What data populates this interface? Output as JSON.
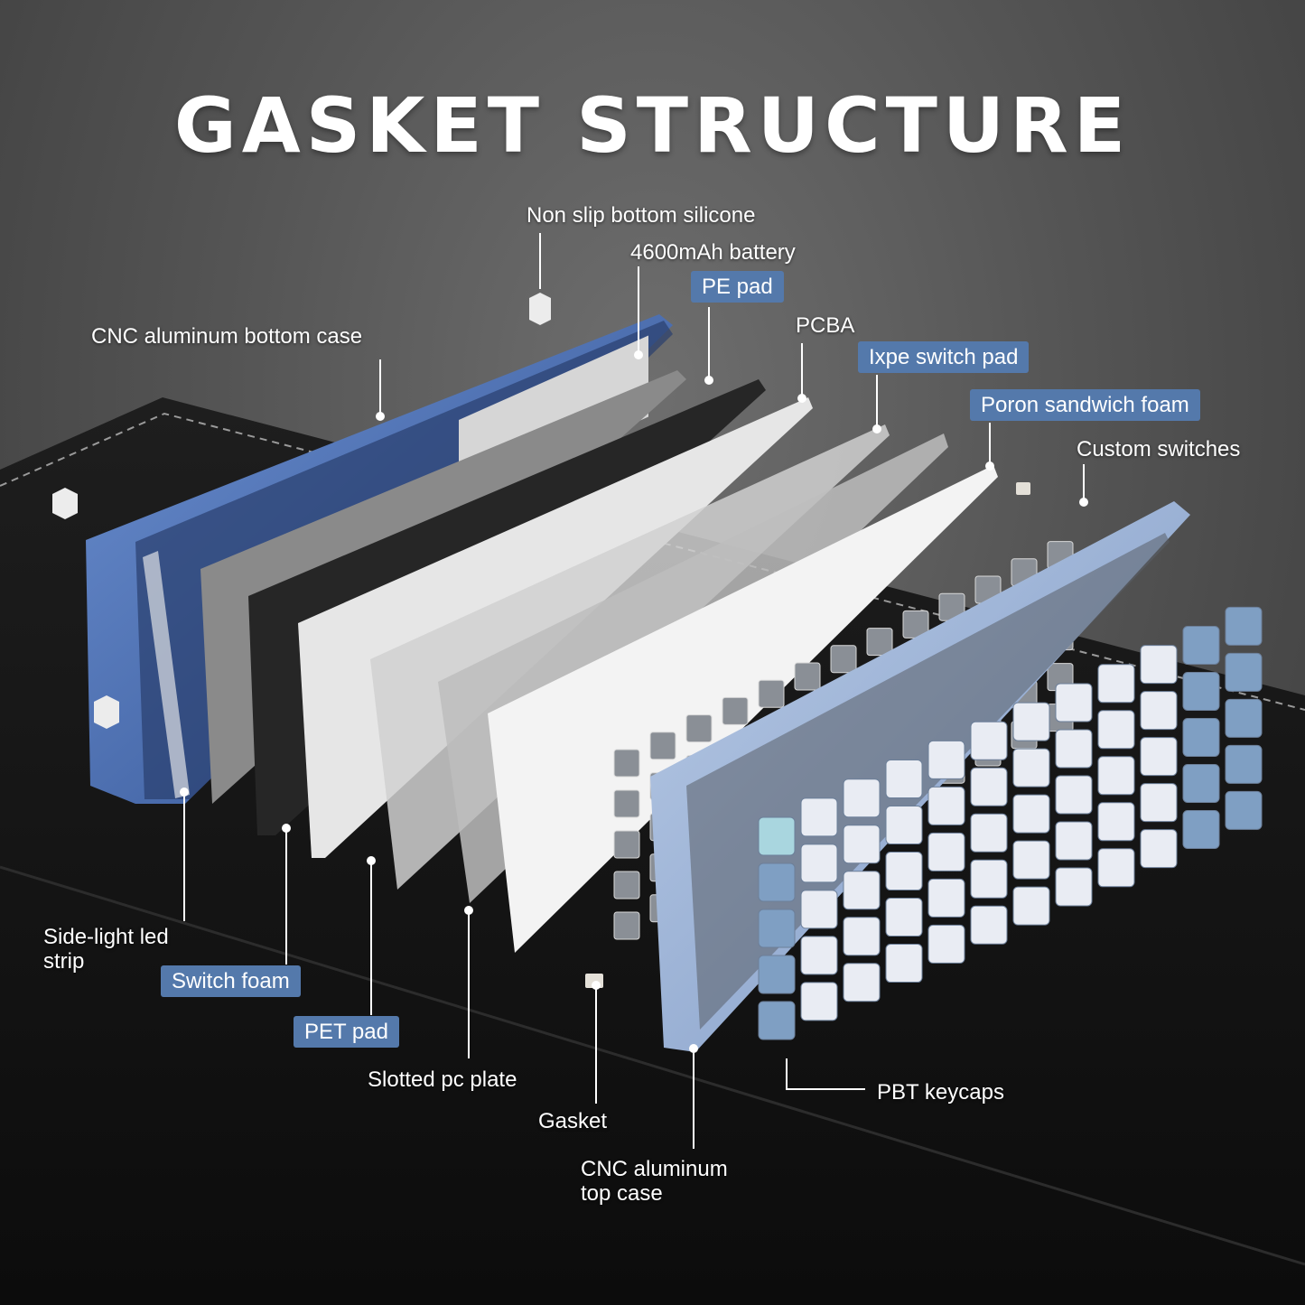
{
  "title": "GASKET STRUCTURE",
  "colors": {
    "label_box": "#5479ab",
    "aluminum_case": "#4a6fb0",
    "keycap_blue": "#7f9fc3",
    "keycap_white": "#e9ecf3",
    "keycap_cyan": "#a9d6df"
  },
  "labels": {
    "non_slip": "Non slip bottom silicone",
    "battery": "4600mAh battery",
    "pe_pad": "PE pad",
    "pcba": "PCBA",
    "ixpe": "Ixpe switch pad",
    "poron": "Poron sandwich foam",
    "custom_switches": "Custom switches",
    "bottom_case": "CNC aluminum bottom case",
    "side_light": "Side-light led\nstrip",
    "switch_foam": "Switch foam",
    "pet_pad": "PET pad",
    "slotted_plate": "Slotted pc plate",
    "gasket": "Gasket",
    "top_case": "CNC aluminum\ntop case",
    "pbt_keycaps": "PBT keycaps"
  }
}
